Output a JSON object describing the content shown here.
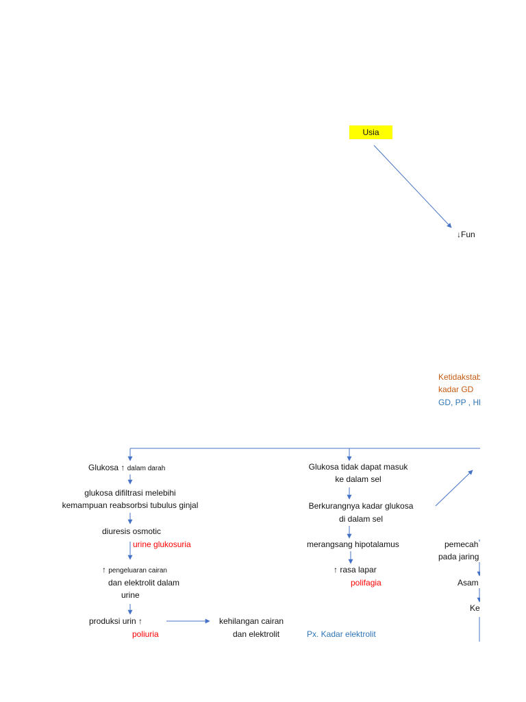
{
  "usia": "Usia",
  "fungsi": "↓Fun",
  "ketidakstabilan": {
    "line1": "Ketidakstab",
    "line2": "kadar GD",
    "line3": "GD, PP , Hb"
  },
  "col1": {
    "glukosa_up": "Glukosa ↑",
    "glukosa_up_small": "dalam darah",
    "filtrasi_line1": "glukosa difiltrasi melebihi",
    "filtrasi_line2": "kemampuan reabsorbsi tubulus ginjal",
    "diuresis": "diuresis osmotic",
    "glukosuria": "urine glukosuria",
    "pengeluaran_arrow": "↑",
    "pengeluaran_small": "pengeluaran cairan",
    "pengeluaran_line2": "dan elektrolit dalam",
    "pengeluaran_line3": "urine",
    "produksi": "produksi urin ↑",
    "poliuria": "poliuria",
    "kehilangan_line1": "kehilangan cairan",
    "kehilangan_line2": "dan elektrolit"
  },
  "col2": {
    "tidak_masuk_line1": "Glukosa tidak dapat masuk",
    "tidak_masuk_line2": "ke dalam sel",
    "berkurang_line1": "Berkurangnya kadar glukosa",
    "berkurang_line2": "di dalam sel",
    "hipotalamus": "merangsang hipotalamus",
    "lapar": "↑ rasa lapar",
    "polifagia": "polifagia",
    "px": "Px. Kadar elektrolit"
  },
  "col3": {
    "pemecahan_line1": "pemecah",
    "pemecahan_line2": "pada jaring",
    "asam": "Asam",
    "ke": "Ke"
  }
}
